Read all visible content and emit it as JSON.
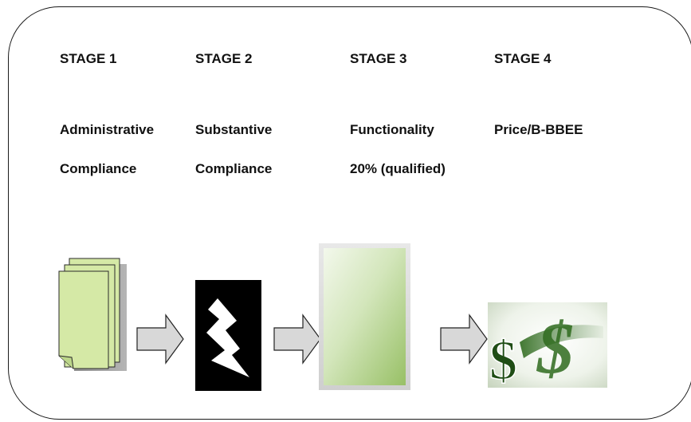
{
  "stages": [
    {
      "heading": "STAGE 1",
      "line1": "Administrative",
      "line2": "Compliance",
      "icon": "stacked-documents-icon"
    },
    {
      "heading": "STAGE 2",
      "line1": "Substantive",
      "line2": "Compliance",
      "icon": "lightning-bolt-icon"
    },
    {
      "heading": "STAGE 3",
      "line1": "Functionality",
      "line2": "20% (qualified)",
      "icon": "green-gradient-panel-icon"
    },
    {
      "heading": "STAGE 4",
      "line1": "Price/B-BBEE",
      "line2": "",
      "icon": "dollar-sign-icon"
    }
  ],
  "connectors": [
    "right-arrow-icon",
    "right-arrow-icon",
    "right-arrow-icon"
  ],
  "colors": {
    "text": "#111111",
    "frame": "#1a1a1a",
    "document_fill": "#d5e9a6",
    "document_shadow": "#9a9a9a",
    "arrow_fill": "#d8d8d8",
    "bolt_background": "#000000",
    "panel_green": "#a9cc7c",
    "dollar_green": "#2f6b1e"
  }
}
